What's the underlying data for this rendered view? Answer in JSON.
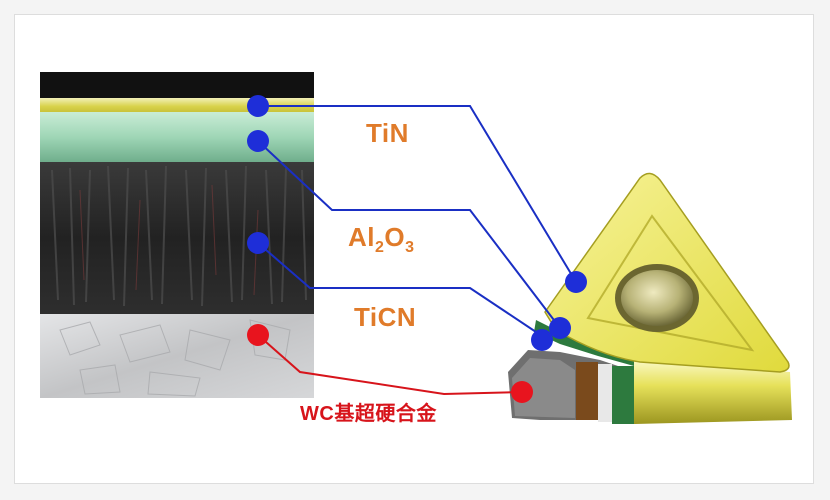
{
  "labels": {
    "tin": "TiN",
    "al2o3": {
      "base1": "Al",
      "sub1": "2",
      "base2": "O",
      "sub2": "3"
    },
    "ticn": "TiCN",
    "substrate": "WC基超硬合金"
  },
  "colors": {
    "label_orange": "#e07b2a",
    "substrate_red": "#d7141b",
    "leader_blue": "#1a2fc4",
    "tin_yellow": "#e8e060",
    "al2o3_green": "#a8dcc0",
    "ticn_dark": "#2b2b2b",
    "wc_gray": "#cfd0d2",
    "insert_gold": "#e6e25a"
  }
}
